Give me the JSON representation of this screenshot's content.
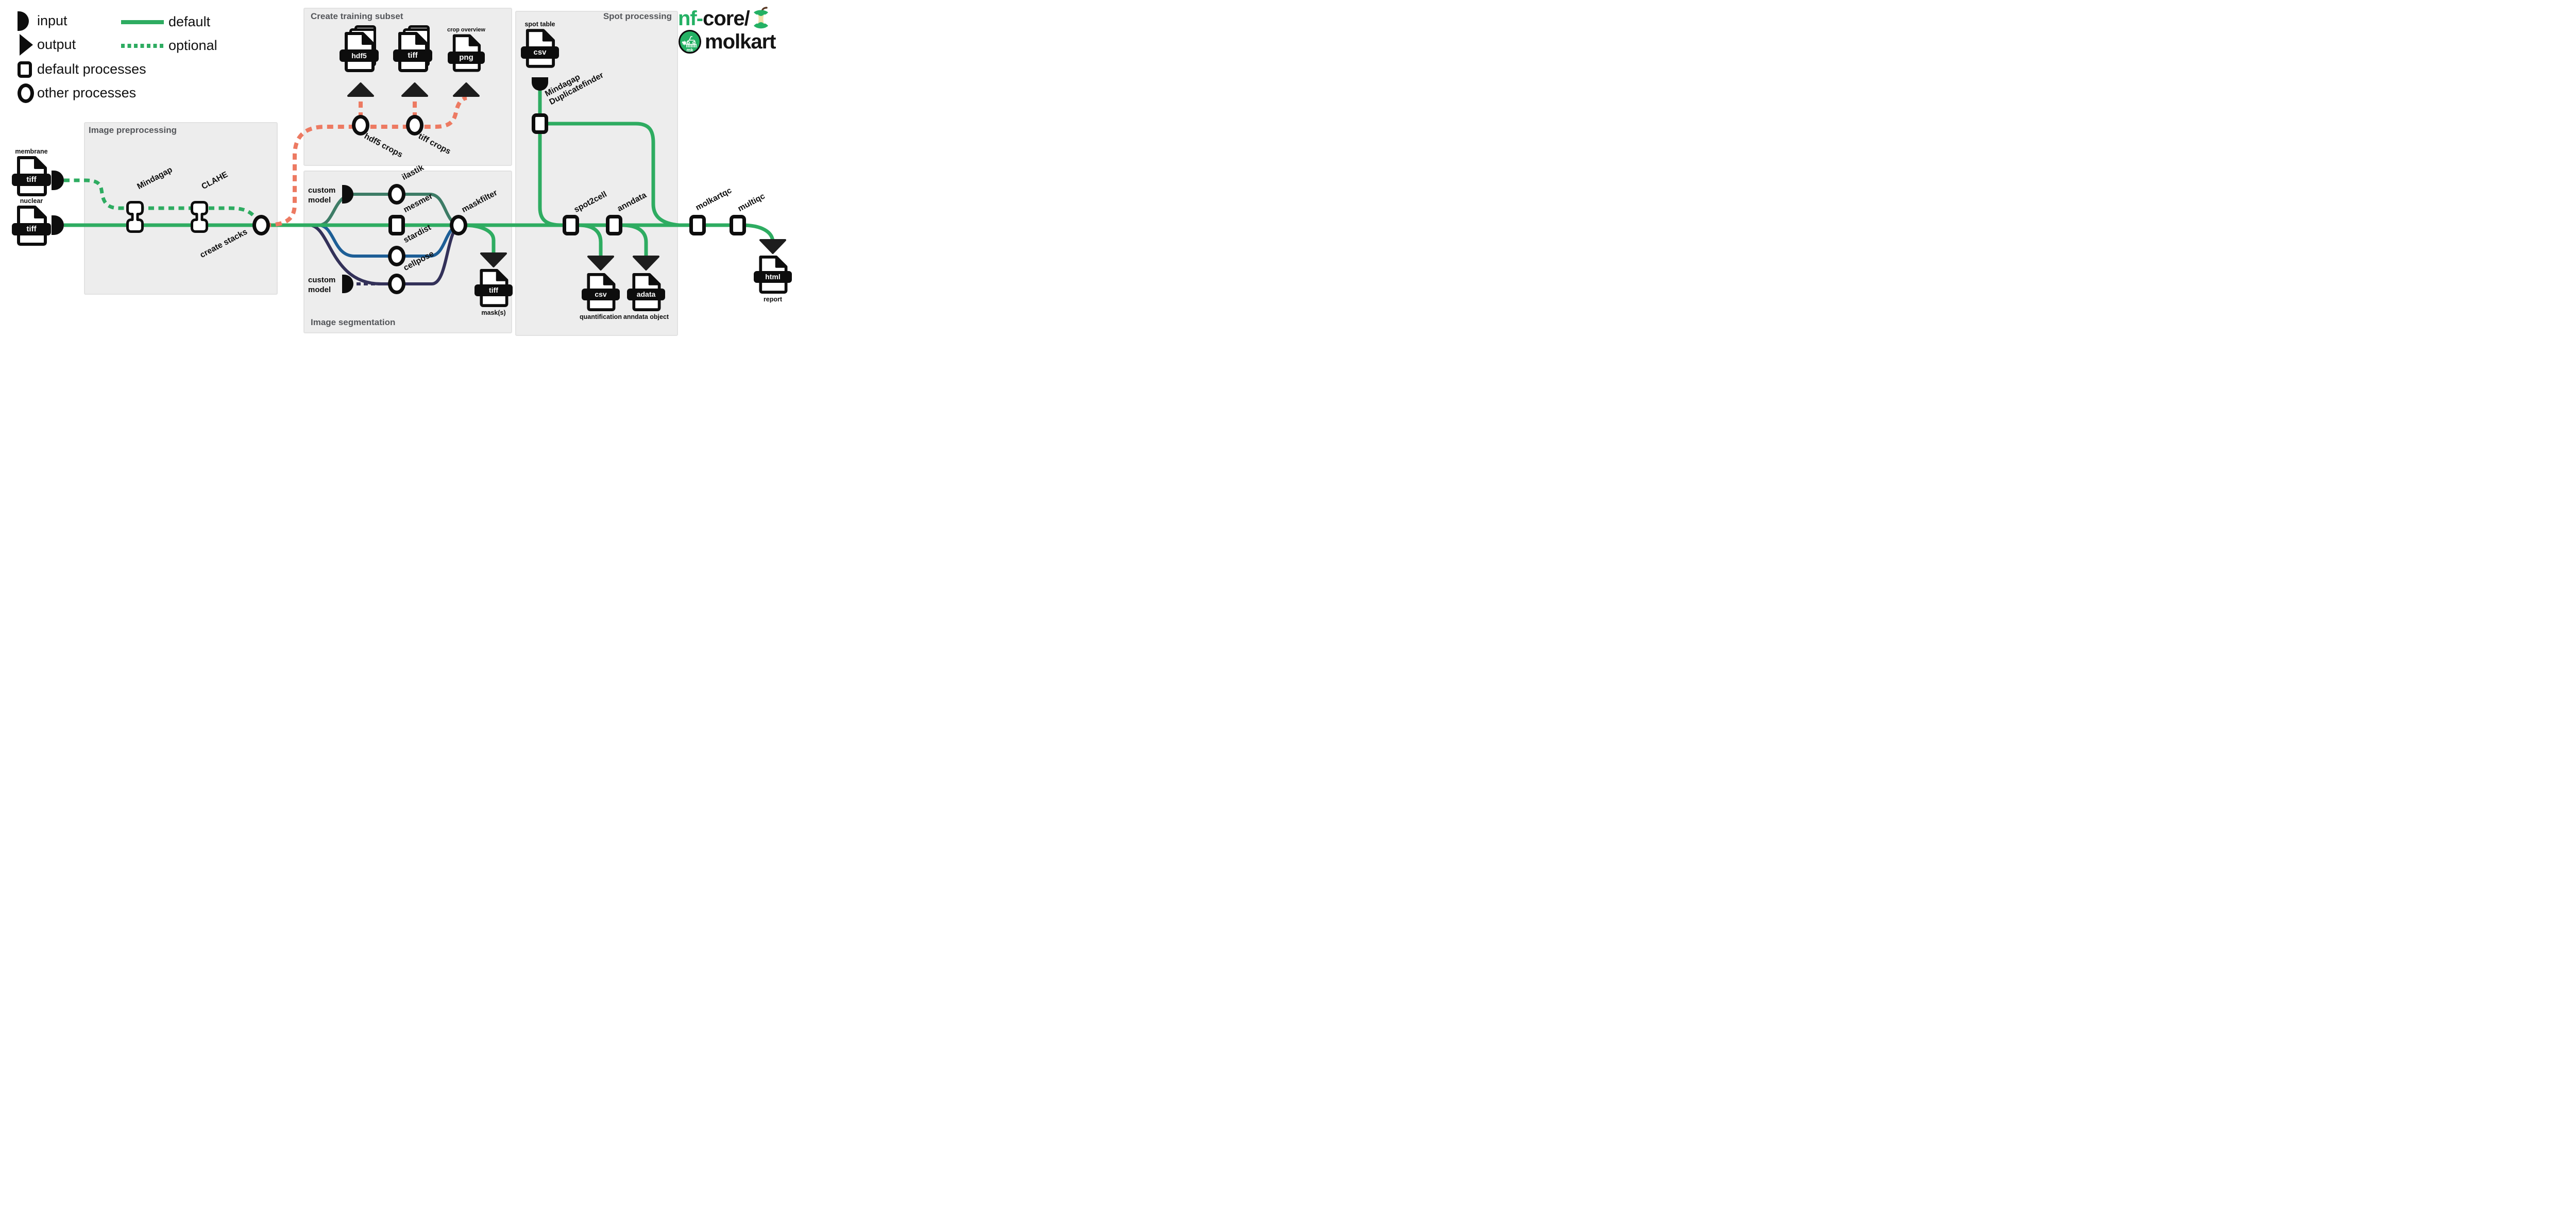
{
  "colors": {
    "line_green": "#2EAC61",
    "salmon": "#ED7A62",
    "ilastik_teal": "#3D7C66",
    "stardist_blue": "#1D5E96",
    "cellpose_navy": "#333159",
    "logo_green": "#24B164",
    "box_bg": "#EDEDED",
    "title_gray": "#54565A",
    "ink": "#0D0D0D"
  },
  "legend": {
    "items": [
      {
        "label": "input"
      },
      {
        "label": "output"
      },
      {
        "label": "default processes"
      },
      {
        "label": "other processes"
      }
    ],
    "line_types": [
      {
        "label": "default"
      },
      {
        "label": "optional"
      }
    ]
  },
  "logo": {
    "prefix_green": "nf-",
    "prefix_dark": "core/",
    "pipeline_name": "molkart",
    "badge_text": "mk"
  },
  "sections": {
    "preprocessing": {
      "title": "Image preprocessing"
    },
    "training": {
      "title": "Create training subset"
    },
    "segmentation": {
      "title": "Image segmentation"
    },
    "spot": {
      "title": "Spot processing"
    }
  },
  "inputs": {
    "membrane": {
      "label": "membrane",
      "file_type": "tiff"
    },
    "nuclear": {
      "label": "nuclear",
      "file_type": "tiff"
    },
    "spot_table": {
      "label": "spot table",
      "file_type": "csv"
    },
    "custom_model_seg": {
      "label": "custom model"
    },
    "custom_model_cellpose": {
      "label": "custom model"
    }
  },
  "processes": {
    "mindagap": {
      "label": "Mindagap"
    },
    "clahe": {
      "label": "CLAHE"
    },
    "create_stacks": {
      "label": "create stacks"
    },
    "hdf5_crops": {
      "label": "hdf5 crops"
    },
    "tiff_crops": {
      "label": "tiff crops"
    },
    "ilastik": {
      "label": "ilastik"
    },
    "mesmer": {
      "label": "mesmer"
    },
    "stardist": {
      "label": "stardist"
    },
    "cellpose": {
      "label": "cellpose"
    },
    "maskfilter": {
      "label": "maskfilter"
    },
    "duplicatefinder": {
      "label_line1": "Mindagap",
      "label_line2": "Duplicatefinder"
    },
    "spot2cell": {
      "label": "spot2cell"
    },
    "anndata": {
      "label": "anndata"
    },
    "molkartqc": {
      "label": "molkartqc"
    },
    "multiqc": {
      "label": "multiqc"
    }
  },
  "outputs": {
    "hdf5_crops_file": {
      "file_type": "hdf5"
    },
    "tiff_crops_file": {
      "file_type": "tiff"
    },
    "crop_overview": {
      "label": "crop overview",
      "file_type": "png"
    },
    "masks": {
      "label": "mask(s)",
      "file_type": "tiff"
    },
    "quantification": {
      "label": "quantification",
      "file_type": "csv"
    },
    "anndata_object": {
      "label": "anndata object",
      "file_type": "adata"
    },
    "report": {
      "label": "report",
      "file_type": "html"
    }
  }
}
